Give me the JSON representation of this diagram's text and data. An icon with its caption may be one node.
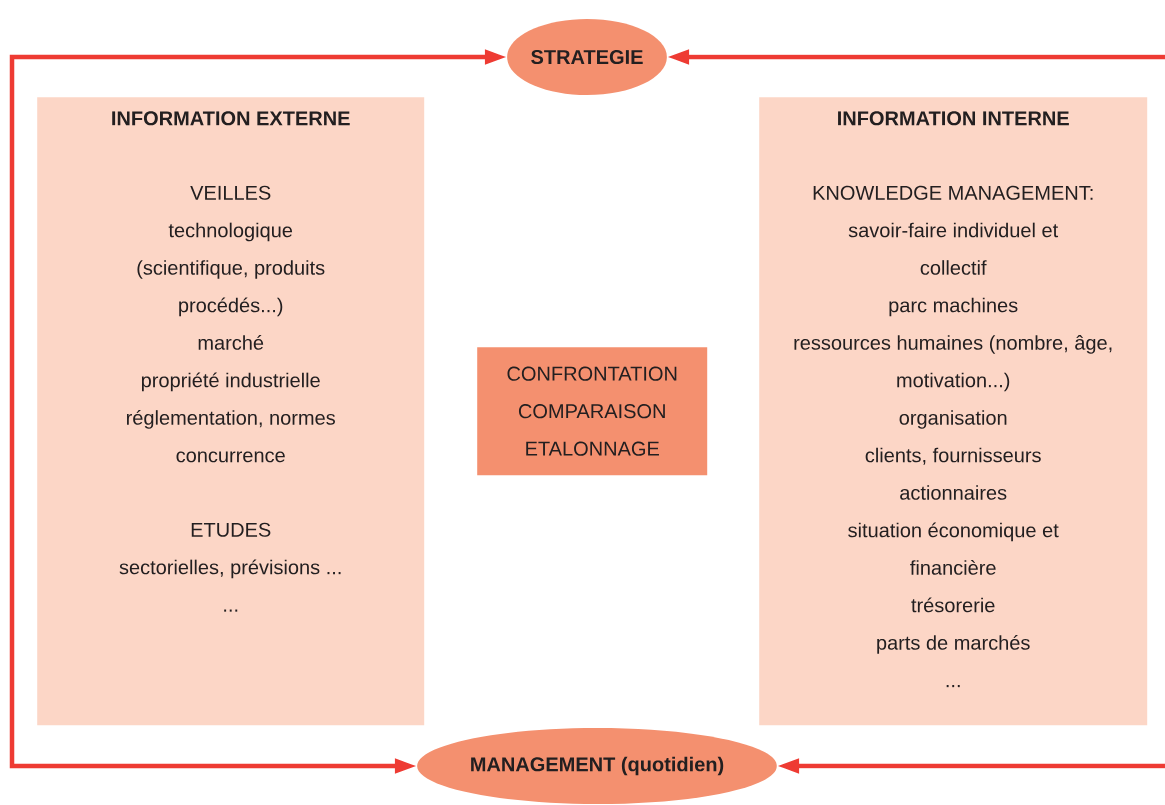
{
  "diagram": {
    "nodes": [
      {
        "text": [
          "STRATEGIE"
        ]
      },
      {
        "text": [
          "INFORMATION EXTERNE",
          "VEILLES",
          "technologique",
          "(scientifique, produits procédés...)",
          "marché",
          "propriété industrielle",
          "réglementation, normes",
          "concurrence",
          "ETUDES",
          "sectorielles, prévisions ...",
          "..."
        ]
      },
      {
        "text": [
          "CONFRONTATION COMPARAISON ETALONNAGE"
        ]
      },
      {
        "text": [
          "INFORMATION INTERNE",
          "KNOWLEDGE MANAGEMENT:",
          "savoir-faire individuel et collectif",
          "parc machines",
          "ressources humaines (nombre, âge, motivation...)",
          "organisation",
          "clients, fournisseurs",
          "actionnaires",
          "situation économique et financière",
          "trésorerie",
          "parts de marchés",
          "..."
        ]
      },
      {
        "text": [
          "MANAGEMENT (quotidien)"
        ]
      }
    ],
    "edges": [
      {
        "from": 0,
        "to": 4,
        "arrow": "both"
      },
      {
        "from": 0,
        "to": 4,
        "arrow": "both"
      }
    ]
  }
}
